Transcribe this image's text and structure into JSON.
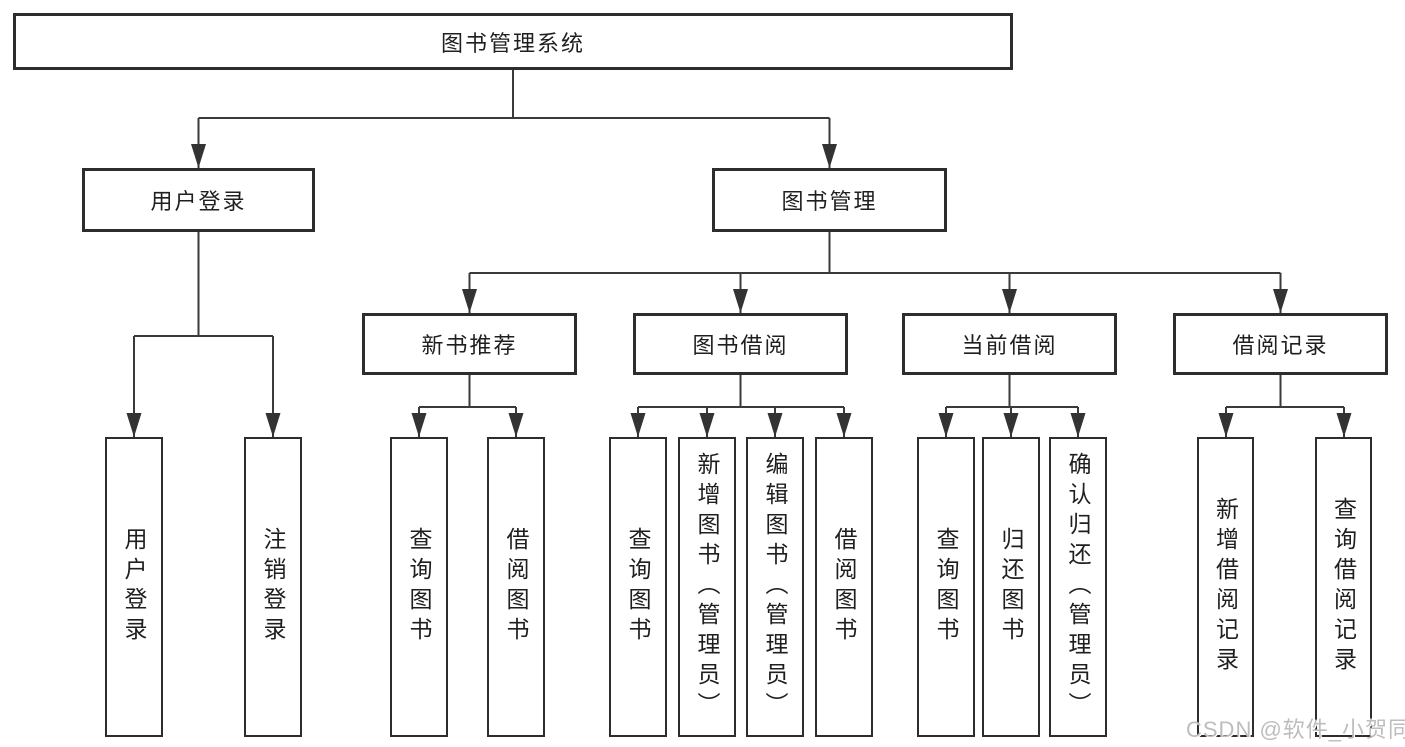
{
  "nodes": {
    "root": {
      "label": "图书管理系统"
    },
    "level2": [
      {
        "label": "用户登录"
      },
      {
        "label": "图书管理"
      }
    ],
    "level3": [
      {
        "label": "新书推荐"
      },
      {
        "label": "图书借阅"
      },
      {
        "label": "当前借阅"
      },
      {
        "label": "借阅记录"
      }
    ]
  },
  "leaves": [
    {
      "label": "用户登录"
    },
    {
      "label": "注销登录"
    },
    {
      "label": "查询图书"
    },
    {
      "label": "借阅图书"
    },
    {
      "label": "查询图书"
    },
    {
      "label": "新增图书（管理员）"
    },
    {
      "label": "编辑图书（管理员）"
    },
    {
      "label": "借阅图书"
    },
    {
      "label": "查询图书"
    },
    {
      "label": "归还图书"
    },
    {
      "label": "确认归还（管理员）"
    },
    {
      "label": "新增借阅记录"
    },
    {
      "label": "查询借阅记录"
    }
  ],
  "hierarchy": {
    "图书管理系统": {
      "用户登录": [
        "用户登录",
        "注销登录"
      ],
      "图书管理": {
        "新书推荐": [
          "查询图书",
          "借阅图书"
        ],
        "图书借阅": [
          "查询图书",
          "新增图书（管理员）",
          "编辑图书（管理员）",
          "借阅图书"
        ],
        "当前借阅": [
          "查询图书",
          "归还图书",
          "确认归还（管理员）"
        ],
        "借阅记录": [
          "新增借阅记录",
          "查询借阅记录"
        ]
      }
    }
  },
  "watermark": {
    "text": "CSDN @软件_小贺同学"
  },
  "colors": {
    "line": "#3a3a3a",
    "border": "#2d2d2d",
    "text": "#1f1f1f",
    "watermark": "#bdbdbd",
    "background": "#ffffff"
  }
}
